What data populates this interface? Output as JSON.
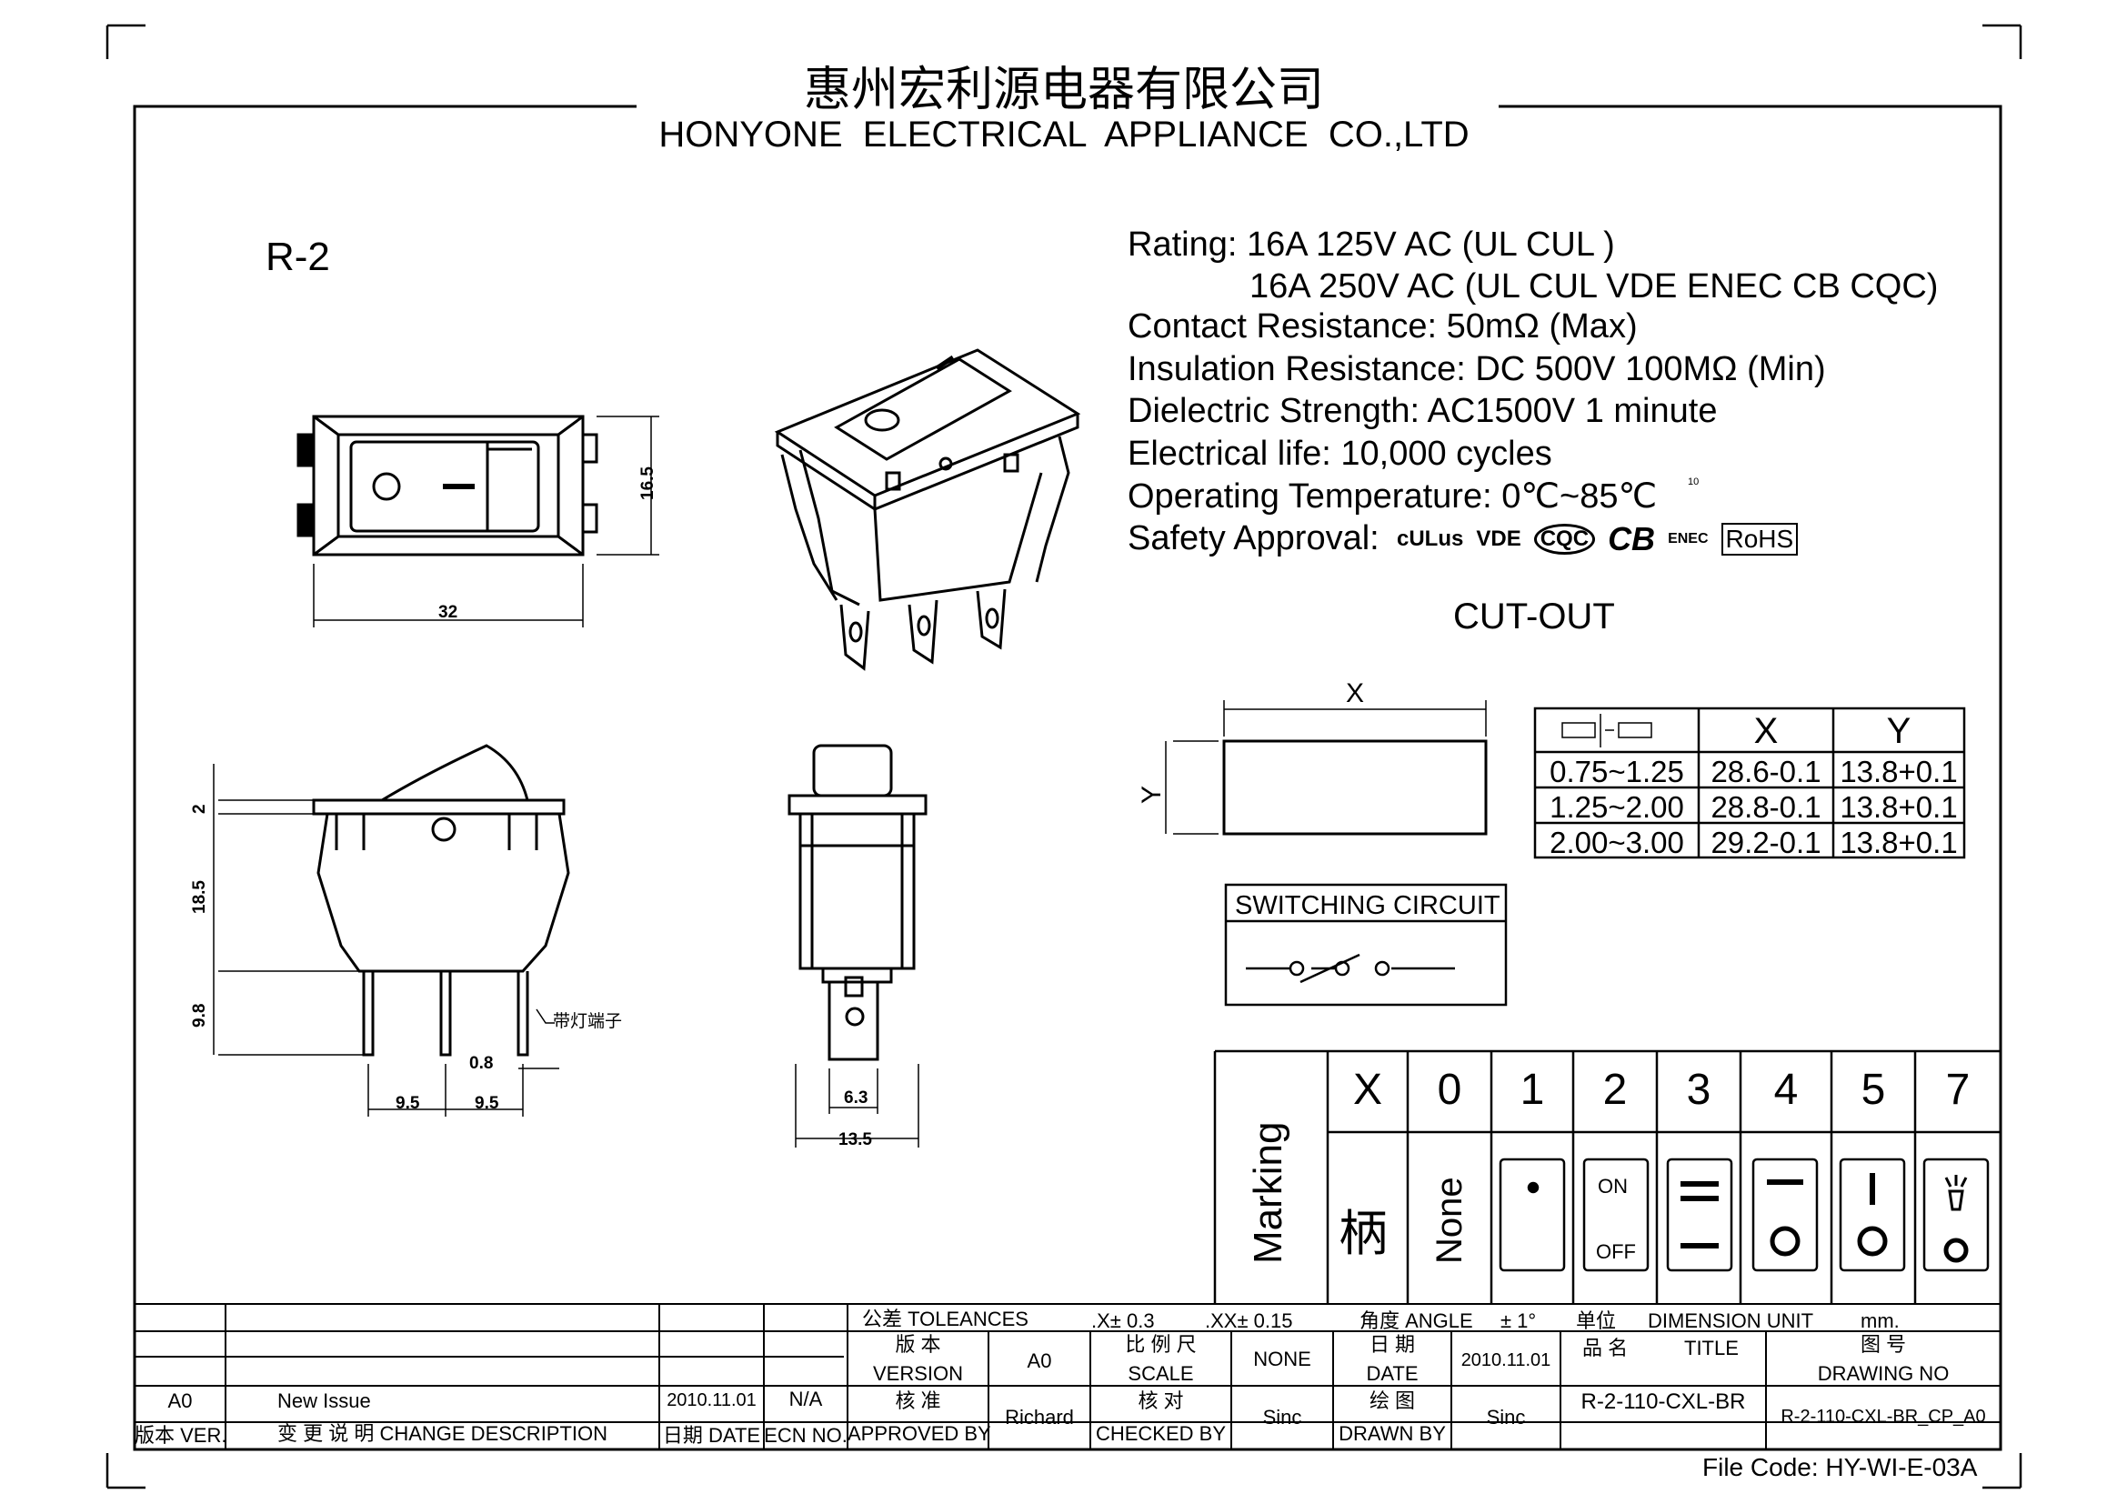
{
  "header": {
    "company_cn": "惠州宏利源电器有限公司",
    "company_en": "HONYONE  ELECTRICAL  APPLIANCE  CO.,LTD"
  },
  "model": "R-2",
  "specs": {
    "rating_1": "Rating: 16A 125V AC (UL  CUL  )",
    "rating_2": "16A 250V AC (UL  CUL  VDE ENEC CB CQC)",
    "contact_resistance": "Contact Resistance: 50mΩ (Max)",
    "insulation_resistance": "Insulation Resistance: DC 500V 100MΩ  (Min)",
    "dielectric_strength": "Dielectric Strength: AC1500V 1 minute",
    "electrical_life": "Electrical life: 10,000 cycles",
    "operating_temperature": "Operating Temperature: 0℃~85℃",
    "operating_temperature_note": "10",
    "safety_approval": "Safety Approval:",
    "approval_marks": [
      "cULus",
      "VDE",
      "CQC",
      "CB",
      "ENEC",
      "RoHS"
    ]
  },
  "dimensions": {
    "height_top": "16.5",
    "width_top": "32",
    "d2": "2",
    "d18_5": "18.5",
    "d9_8": "9.8",
    "d0_8": "0.8",
    "d9_5a": "9.5",
    "d9_5b": "9.5",
    "lamp_terminal": "带灯端子",
    "d6_3": "6.3",
    "d13_5": "13.5"
  },
  "cutout": {
    "title": "CUT-OUT",
    "x_label": "X",
    "y_label": "Y",
    "table": {
      "headers": [
        "",
        "X",
        "Y"
      ],
      "rows": [
        [
          "0.75~1.25",
          "28.6-0.1",
          "13.8+0.1"
        ],
        [
          "1.25~2.00",
          "28.8-0.1",
          "13.8+0.1"
        ],
        [
          "2.00~3.00",
          "29.2-0.1",
          "13.8+0.1"
        ]
      ]
    }
  },
  "switching_circuit": {
    "title": "SWITCHING CIRCUIT"
  },
  "marking": {
    "label": "Marking",
    "columns": [
      "X",
      "0",
      "1",
      "2",
      "3",
      "4",
      "5",
      "7"
    ],
    "x_symbol": "柄",
    "none_text": "None",
    "on_text": "ON",
    "off_text": "OFF"
  },
  "title_block": {
    "tolerances": "公差 TOLEANCES",
    "tol_x": ".X± 0.3",
    "tol_xx": ".XX± 0.15",
    "angle": "角度 ANGLE",
    "angle_val": "± 1°",
    "unit_cn": "单位",
    "dimension_unit": "DIMENSION UNIT",
    "unit_val": "mm.",
    "version_cn": "版 本",
    "version_en": "VERSION",
    "version_val": "A0",
    "scale_cn": "比 例 尺",
    "scale_en": "SCALE",
    "scale_val": "NONE",
    "date_cn": "日 期",
    "date_en": "DATE",
    "date_val": "2010.11.01",
    "name_cn": "品 名",
    "title_en": "TITLE",
    "title_val": "R-2-110-CXL-BR",
    "drawing_cn": "图 号",
    "drawing_en": "DRAWING NO",
    "drawing_val": "R-2-110-CXL-BR_CP_A0",
    "rev": "A0",
    "rev_desc": "New Issue",
    "rev_date": "2010.11.01",
    "rev_ecn": "N/A",
    "approved_cn": "核 准",
    "approved_en": "APPROVED BY",
    "approved_val": "Richard",
    "checked_cn": "核 对",
    "checked_en": "CHECKED BY",
    "checked_val": "Sinc",
    "drawn_cn": "绘 图",
    "drawn_en": "DRAWN BY",
    "drawn_val": "Sinc",
    "ver_label": "版本 VER.",
    "change_desc": "变 更 说 明  CHANGE DESCRIPTION",
    "date_label": "日期 DATE",
    "ecn_label": "ECN NO."
  },
  "file_code": "File Code: HY-WI-E-03A"
}
